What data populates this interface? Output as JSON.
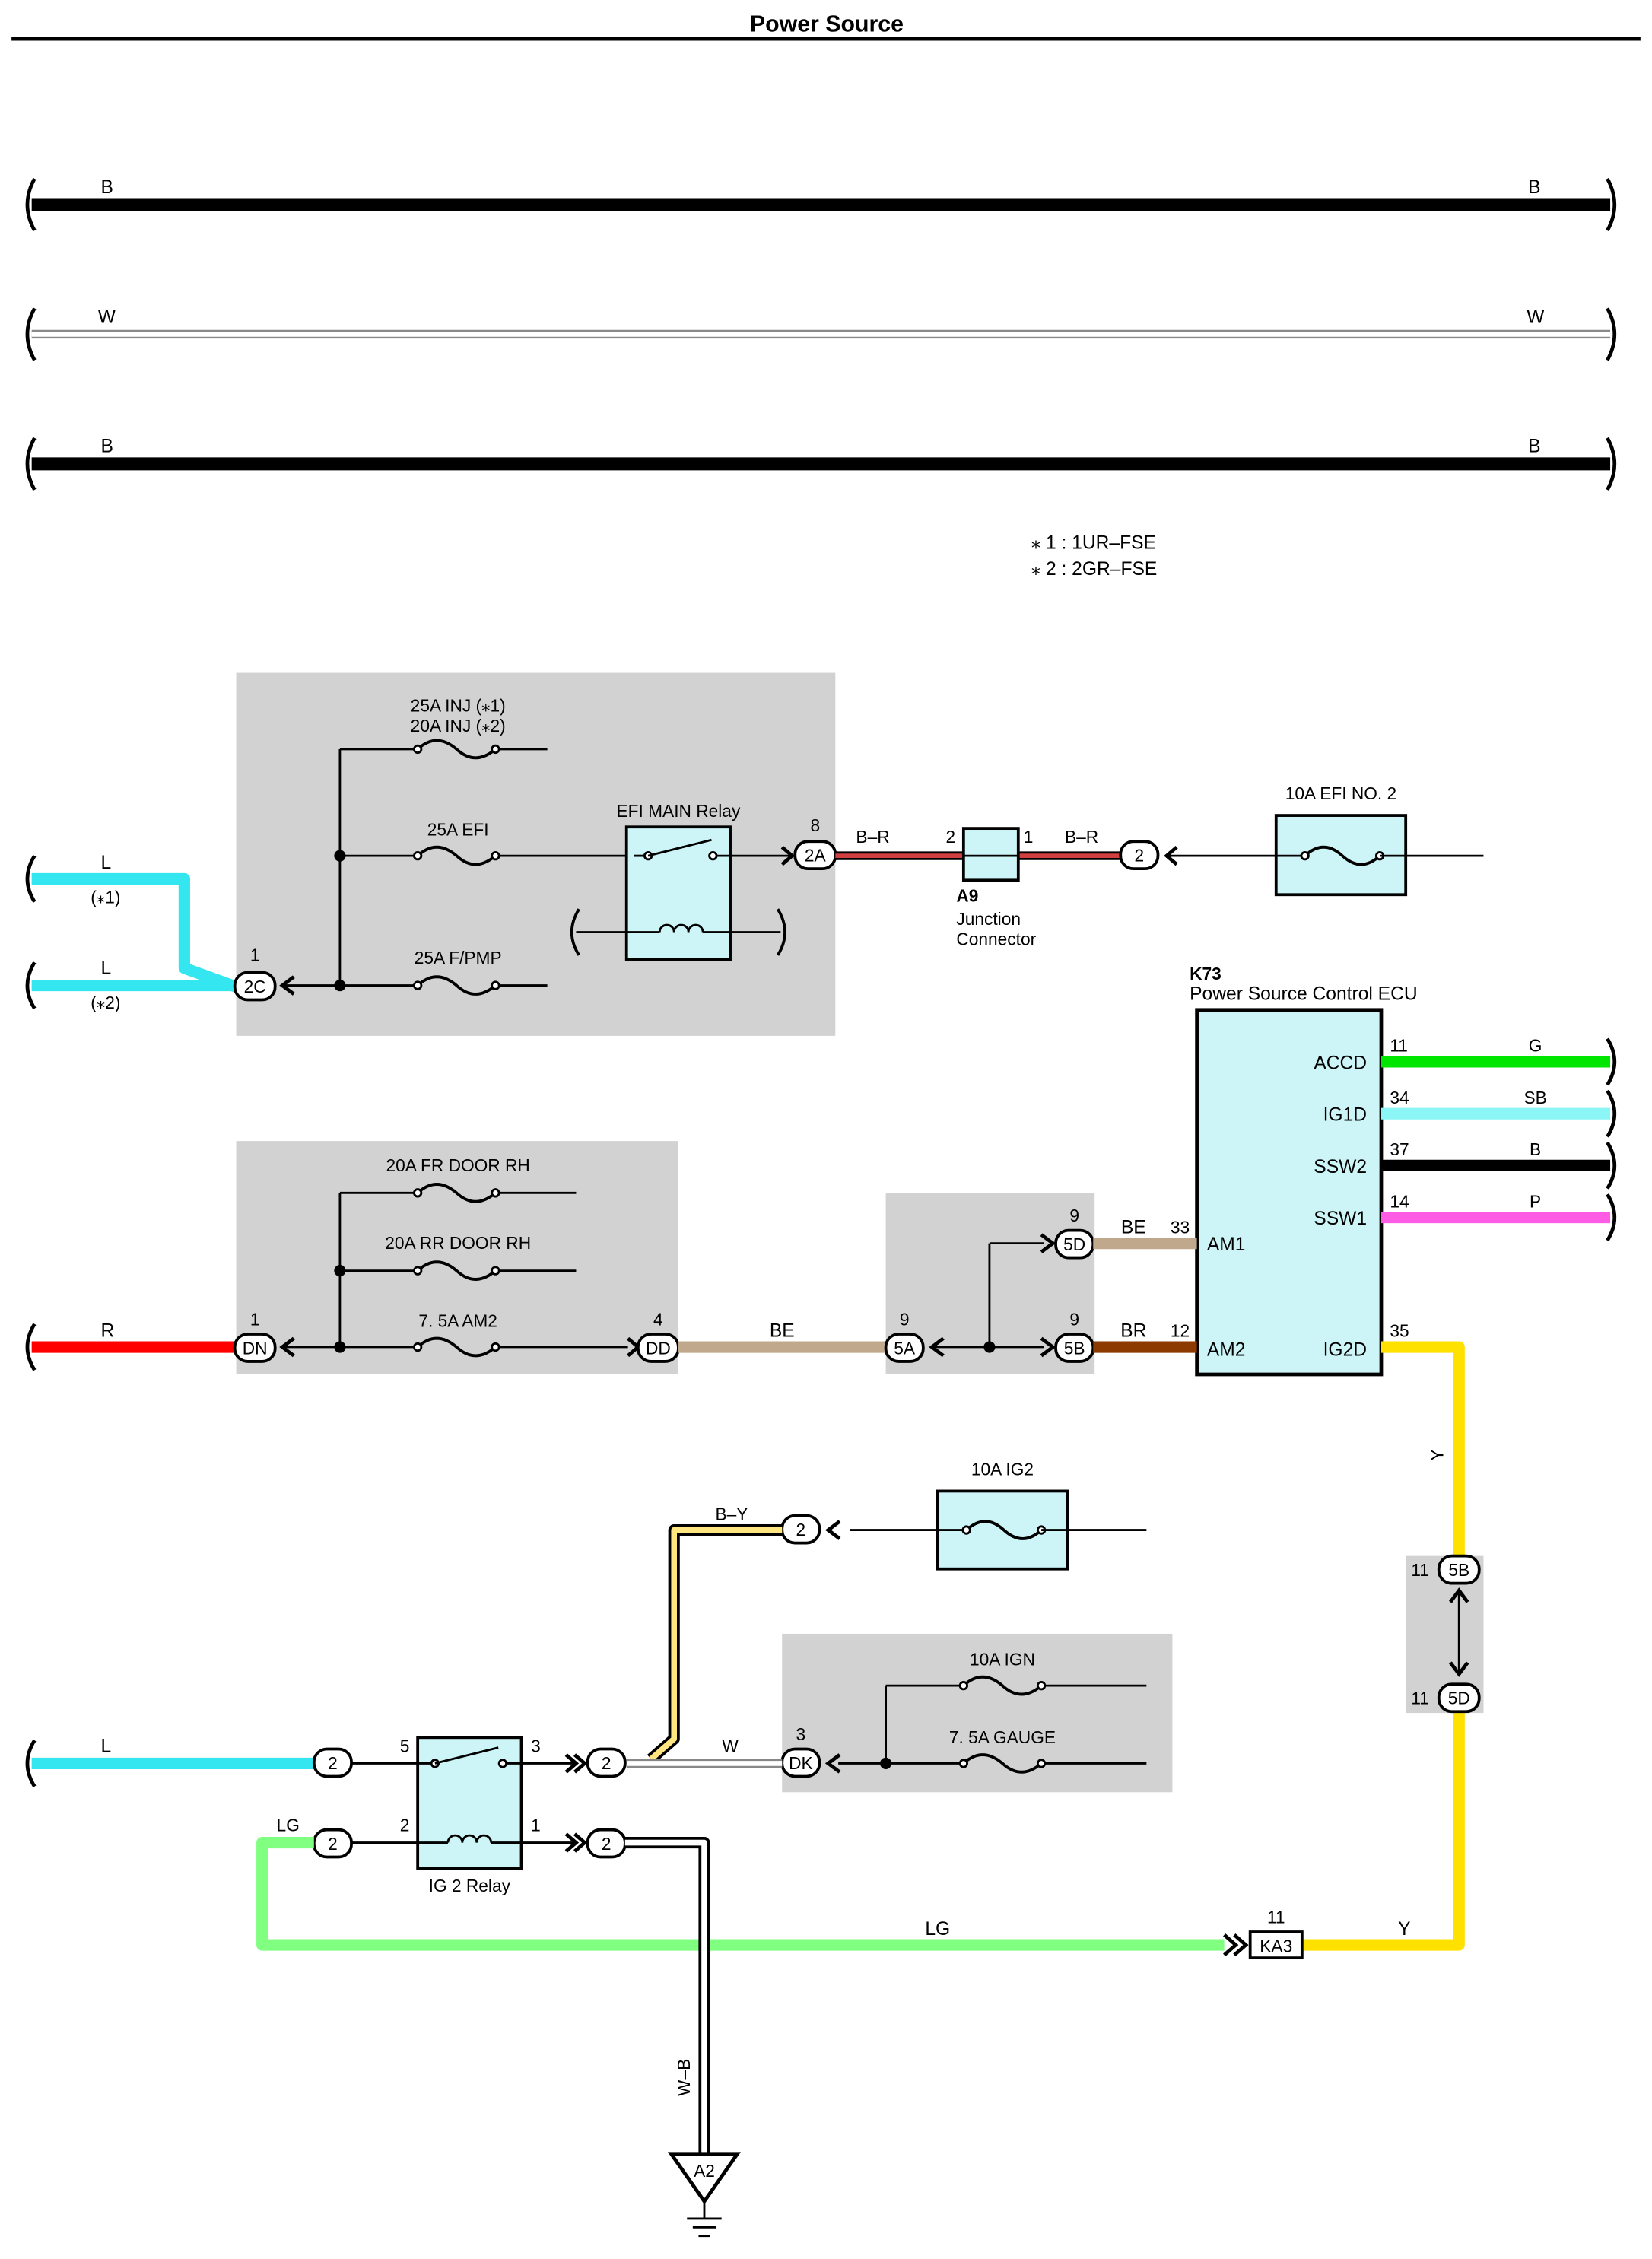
{
  "title": "Power Source",
  "notes": [
    "⁎ 1 : 1UR–FSE",
    "⁎ 2 : 2GR–FSE"
  ],
  "colors": {
    "black": "#000000",
    "light_blue": "#33e6f0",
    "red": "#ff0000",
    "tan": "#bfa88c",
    "brown": "#8c3a00",
    "green": "#00e600",
    "sky_blue": "#8cf5f5",
    "pink": "#ff5ce6",
    "yellow": "#ffe100",
    "light_green": "#80ff80",
    "panel_gray": "#d2d2d2",
    "box_cyan": "#cdf5f7",
    "br_stripe": "#d04040"
  },
  "bus": [
    {
      "left": "B",
      "right": "B"
    },
    {
      "left": "W",
      "right": "W"
    },
    {
      "left": "B",
      "right": "B"
    }
  ],
  "fuses": {
    "inj1": "25A INJ (⁎1)",
    "inj2": "20A INJ (⁎2)",
    "efi": "25A EFI",
    "fpmp": "25A F/PMP",
    "efi_no2": "10A EFI NO. 2",
    "fr_door": "20A FR DOOR RH",
    "rr_door": "20A RR DOOR RH",
    "am2": "7. 5A AM2",
    "ig2": "10A IG2",
    "ign": "10A IGN",
    "gauge": "7. 5A GAUGE"
  },
  "relays": {
    "efi_main": "EFI MAIN Relay",
    "ig2": "IG 2 Relay"
  },
  "components": {
    "a9": {
      "code": "A9",
      "name_line1": "Junction",
      "name_line2": "Connector",
      "pin_left": "2",
      "pin_right": "1"
    },
    "k73": {
      "code": "K73",
      "name": "Power Source Control ECU",
      "right_pins": [
        {
          "name": "ACCD",
          "pin": "11",
          "wire": "G"
        },
        {
          "name": "IG1D",
          "pin": "34",
          "wire": "SB"
        },
        {
          "name": "SSW2",
          "pin": "37",
          "wire": "B"
        },
        {
          "name": "SSW1",
          "pin": "14",
          "wire": "P"
        },
        {
          "name": "IG2D",
          "pin": "35"
        }
      ],
      "left_pins": [
        {
          "name": "AM1",
          "pin": "33"
        },
        {
          "name": "AM2",
          "pin": "12"
        }
      ]
    }
  },
  "connectors": {
    "c2c": {
      "label": "2C",
      "pin": "1"
    },
    "c2a": {
      "label": "2A",
      "pin": "8"
    },
    "c2_efi": {
      "label": "2"
    },
    "cdn": {
      "label": "DN",
      "pin": "1"
    },
    "cdd": {
      "label": "DD",
      "pin": "4"
    },
    "c5a": {
      "label": "5A",
      "pin": "9"
    },
    "c5d_top": {
      "label": "5D",
      "pin": "9"
    },
    "c5b_mid": {
      "label": "5B",
      "pin": "9"
    },
    "c5b_low": {
      "label": "5B",
      "pin": "11"
    },
    "c5d_low": {
      "label": "5D",
      "pin": "11"
    },
    "c2_ig2fuse": {
      "label": "2"
    },
    "cdk": {
      "label": "DK",
      "pin": "3"
    },
    "c2_l": {
      "label": "2"
    },
    "c2_lg": {
      "label": "2"
    },
    "c2_r3": {
      "label": "2"
    },
    "c2_r1": {
      "label": "2"
    },
    "ka3": {
      "label": "KA3",
      "pin": "11"
    },
    "a2": {
      "label": "A2"
    }
  },
  "relay_pins": {
    "p5": "5",
    "p3": "3",
    "p2": "2",
    "p1": "1"
  },
  "wires": {
    "l_top": "L",
    "l_top_note": "(⁎1)",
    "l_mid": "L",
    "l_mid_note": "(⁎2)",
    "br_a": "B–R",
    "br_b": "B–R",
    "r": "R",
    "be_a": "BE",
    "be_b": "BE",
    "br_brown": "BR",
    "y_vert": "Y",
    "y_horiz": "Y",
    "by": "B–Y",
    "w": "W",
    "l_low": "L",
    "lg_a": "LG",
    "lg_b": "LG",
    "wb": "W–B"
  }
}
